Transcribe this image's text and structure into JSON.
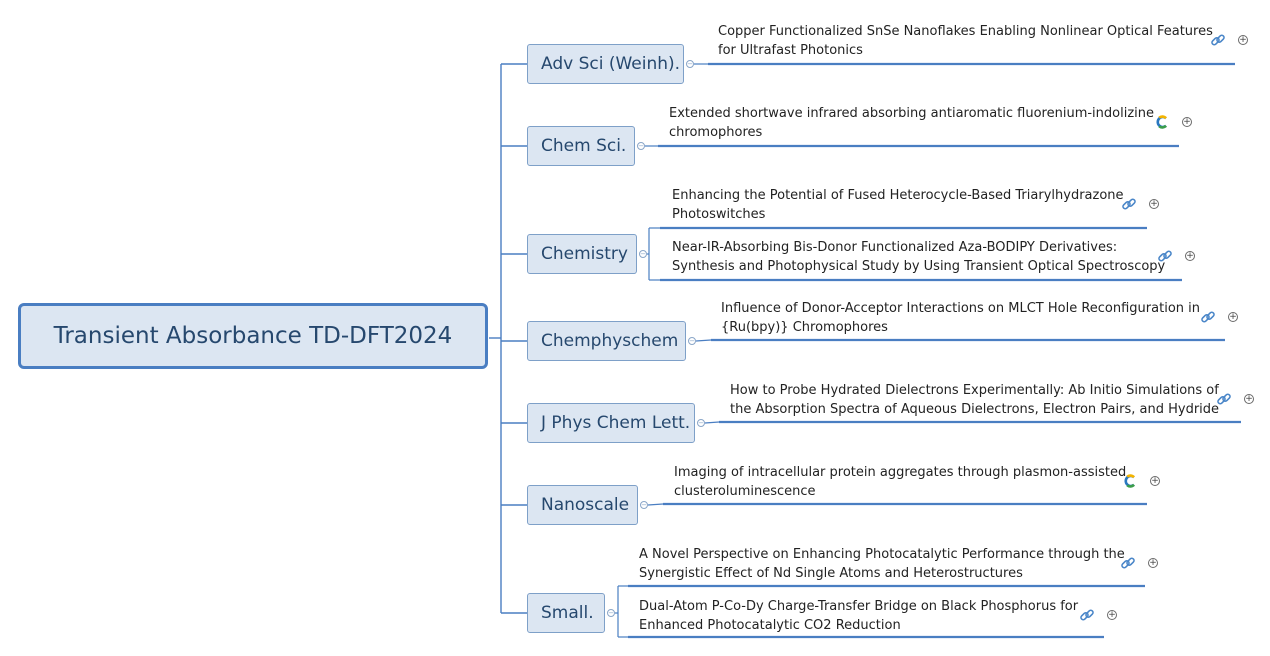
{
  "root": {
    "label": "Transient Absorbance TD-DFT2024"
  },
  "branches": [
    {
      "journal": "Adv Sci (Weinh).",
      "articles": [
        {
          "title": [
            "Copper Functionalized SnSe Nanoflakes Enabling Nonlinear Optical Features",
            "for Ultrafast Photonics"
          ],
          "icon": "link-icon"
        }
      ]
    },
    {
      "journal": "Chem Sci.",
      "articles": [
        {
          "title": [
            "Extended shortwave infrared absorbing antiaromatic fluorenium-indolizine",
            "chromophores"
          ],
          "icon": "crossref-icon"
        }
      ]
    },
    {
      "journal": "Chemistry",
      "articles": [
        {
          "title": [
            "Enhancing the Potential of Fused Heterocycle-Based Triarylhydrazone",
            "Photoswitches"
          ],
          "icon": "link-icon"
        },
        {
          "title": [
            "Near-IR-Absorbing Bis-Donor Functionalized Aza-BODIPY Derivatives:",
            "Synthesis and Photophysical Study by Using Transient Optical Spectroscopy"
          ],
          "icon": "link-icon"
        }
      ]
    },
    {
      "journal": "Chemphyschem",
      "articles": [
        {
          "title": [
            "Influence of Donor-Acceptor Interactions on MLCT Hole Reconfiguration in",
            "{Ru(bpy)} Chromophores"
          ],
          "icon": "link-icon"
        }
      ]
    },
    {
      "journal": "J Phys Chem Lett.",
      "articles": [
        {
          "title": [
            "How to Probe Hydrated Dielectrons Experimentally: Ab Initio Simulations of",
            "the Absorption Spectra of Aqueous Dielectrons, Electron Pairs, and Hydride"
          ],
          "icon": "link-icon"
        }
      ]
    },
    {
      "journal": "Nanoscale",
      "articles": [
        {
          "title": [
            "Imaging of intracellular protein aggregates through plasmon-assisted",
            "clusteroluminescence"
          ],
          "icon": "crossref-icon"
        }
      ]
    },
    {
      "journal": "Small.",
      "articles": [
        {
          "title": [
            "A Novel Perspective on Enhancing Photocatalytic Performance through the",
            "Synergistic Effect of Nd Single Atoms and Heterostructures"
          ],
          "icon": "link-icon"
        },
        {
          "title": [
            "Dual-Atom P-Co-Dy Charge-Transfer Bridge on Black Phosphorus for",
            "Enhanced Photocatalytic CO2 Reduction"
          ],
          "icon": "link-icon"
        }
      ]
    }
  ],
  "colors": {
    "connector": "#4a7ec2",
    "root_fill": "#dce6f2",
    "root_border": "#4a7ec2",
    "text": "#222222"
  }
}
